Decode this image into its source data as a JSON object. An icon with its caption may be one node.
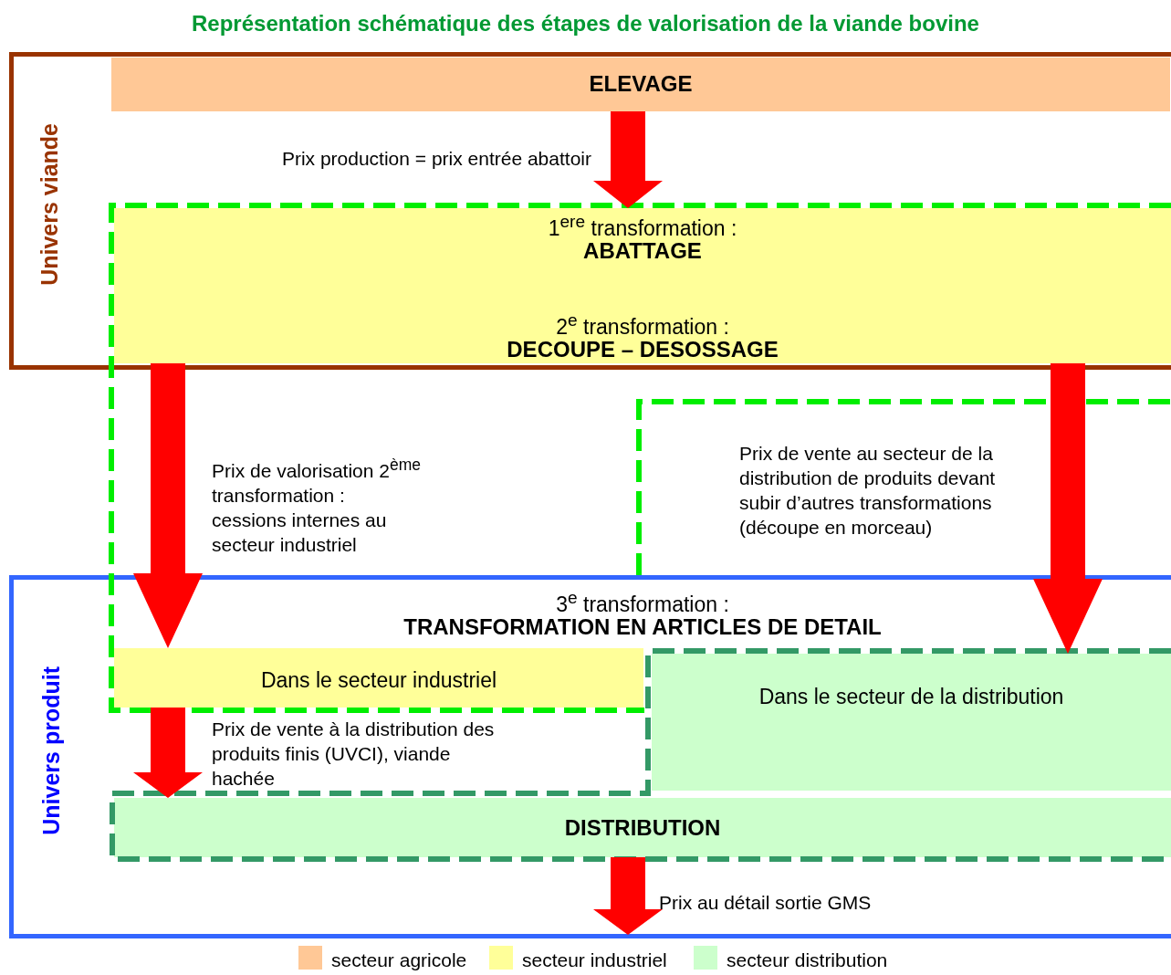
{
  "diagram": {
    "title": "Représentation schématique des étapes de valorisation de la viande bovine",
    "nodes": [
      {
        "text": [
          "Univers viande"
        ]
      },
      {
        "text": [
          "ELEVAGE"
        ],
        "in": 0
      },
      {
        "text": [
          "1$^{ere}$ transformation :",
          "ABATTAGE",
          "2$^{e}$ transformation :",
          "DECOUPE – DESOSSAGE"
        ],
        "in": 0
      },
      {
        "text": [
          "Univers produit"
        ]
      },
      {
        "text": [
          "3$^{e}$ transformation :",
          "TRANSFORMATION EN ARTICLES DE DETAIL"
        ],
        "in": 3
      },
      {
        "text": [
          "Dans le secteur industriel"
        ],
        "in": 3
      },
      {
        "text": [
          "Dans le secteur de la distribution"
        ],
        "in": 3
      },
      {
        "text": [
          "DISTRIBUTION"
        ],
        "in": 3
      }
    ],
    "edges": [
      {
        "from": 1,
        "to": 2,
        "arrow": "to",
        "label": "Prix production = prix entrée abattoir"
      },
      {
        "from": 2,
        "to": 5,
        "arrow": "to",
        "label": "Prix de valorisation 2$^{ème}$ transformation : cessions internes au secteur industriel"
      },
      {
        "from": 2,
        "to": 6,
        "arrow": "to",
        "label": "Prix de vente au secteur de la distribution de produits devant subir d’autres transformations (découpe en morceau)"
      },
      {
        "from": 5,
        "to": 7,
        "arrow": "to",
        "label": "Prix de vente à la distribution des produits finis (UVCI), viande hachée"
      },
      {
        "from": 7,
        "to": null,
        "arrow": "to",
        "label": "Prix au détail sortie GMS"
      }
    ],
    "legend": [
      {
        "text": "secteur agricole",
        "color": "#ffc896"
      },
      {
        "text": "secteur industriel",
        "color": "#ffff99"
      },
      {
        "text": "secteur distribution",
        "color": "#ccffcc"
      }
    ]
  }
}
